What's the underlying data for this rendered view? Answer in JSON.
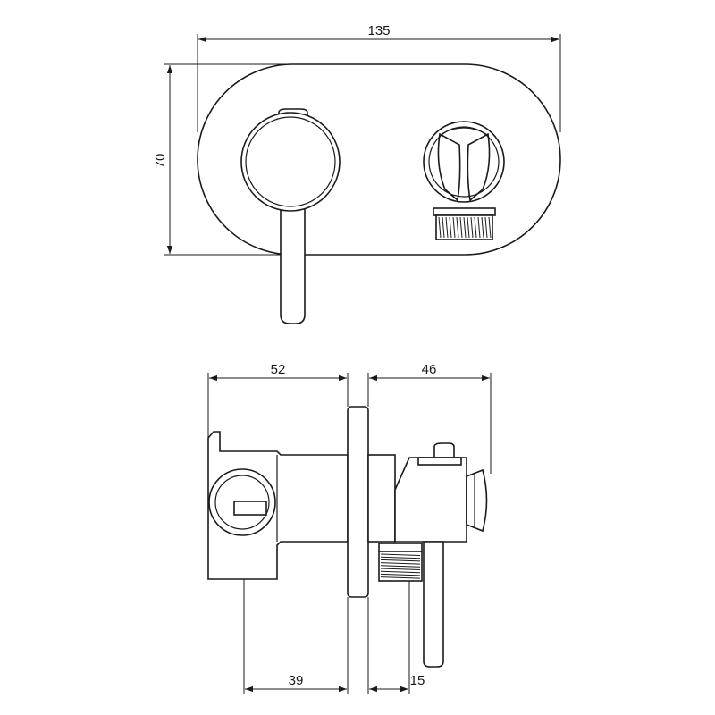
{
  "dimensions": {
    "overall_width": "135",
    "overall_height": "70",
    "body_depth": "52",
    "projection": "46",
    "rough_depth": "39",
    "plate_to_outlet": "15"
  }
}
